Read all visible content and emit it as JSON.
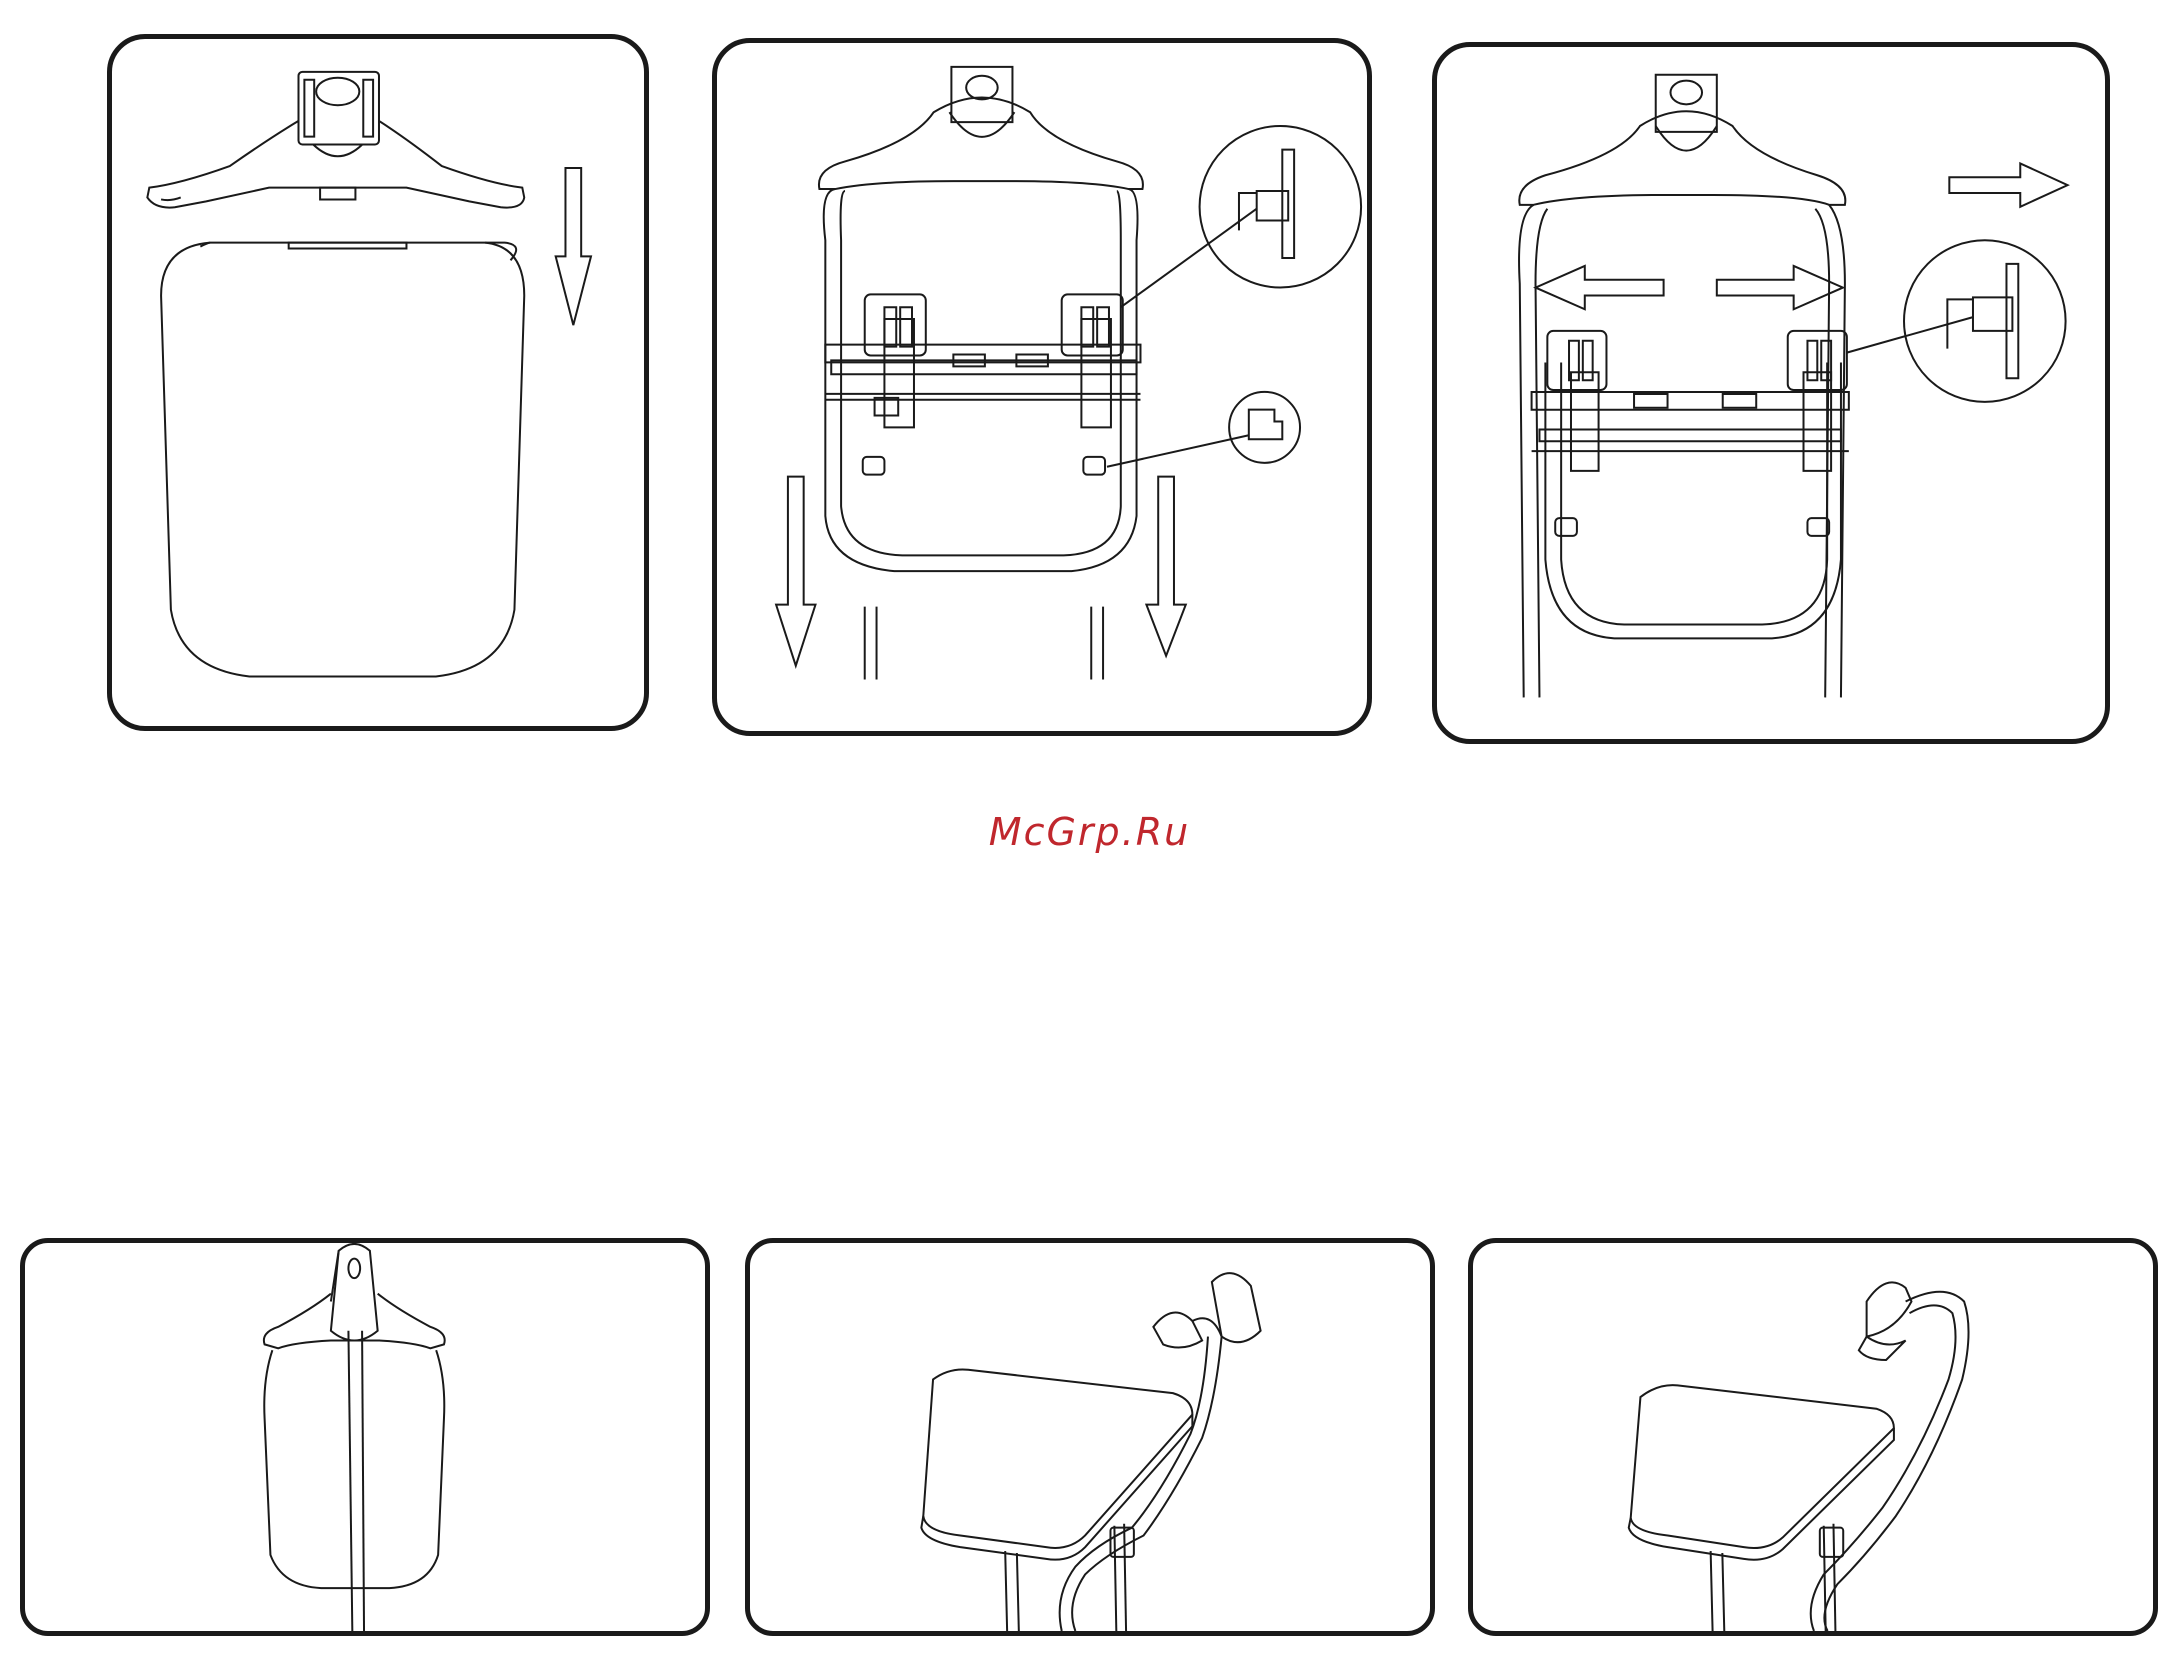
{
  "watermark": {
    "text": "McGrp.Ru",
    "color": "#c0272d"
  },
  "figure": {
    "line_color": "#1a1a1a",
    "panels": [
      {
        "id": "step-1",
        "depicts": "hanger-above-board"
      },
      {
        "id": "step-2",
        "depicts": "board-frame-slide-down"
      },
      {
        "id": "step-3",
        "depicts": "board-clips-spread"
      },
      {
        "id": "step-4",
        "depicts": "board-hanging-on-pole"
      },
      {
        "id": "step-5",
        "depicts": "board-folded-up-view-1"
      },
      {
        "id": "step-6",
        "depicts": "board-folded-up-view-2"
      }
    ]
  }
}
